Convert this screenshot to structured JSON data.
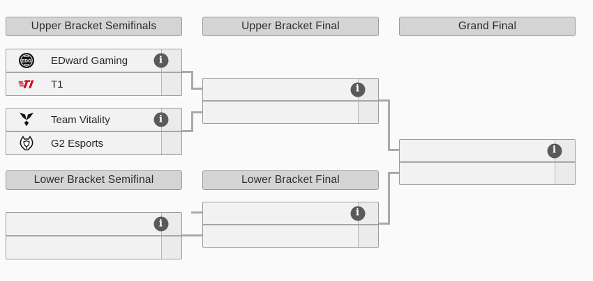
{
  "headers": {
    "upper_semifinals": "Upper Bracket Semifinals",
    "upper_final": "Upper Bracket Final",
    "grand_final": "Grand Final",
    "lower_semifinal": "Lower Bracket Semifinal",
    "lower_final": "Lower Bracket Final"
  },
  "matches": {
    "upper_semifinal_1": {
      "teams": [
        {
          "name": "EDward Gaming",
          "logo": "edg-logo",
          "score": ""
        },
        {
          "name": "T1",
          "logo": "t1-logo",
          "score": ""
        }
      ]
    },
    "upper_semifinal_2": {
      "teams": [
        {
          "name": "Team Vitality",
          "logo": "vitality-logo",
          "score": ""
        },
        {
          "name": "G2 Esports",
          "logo": "g2-logo",
          "score": ""
        }
      ]
    },
    "upper_final": {
      "teams": [
        {
          "name": "",
          "score": ""
        },
        {
          "name": "",
          "score": ""
        }
      ]
    },
    "lower_semifinal": {
      "teams": [
        {
          "name": "",
          "score": ""
        },
        {
          "name": "",
          "score": ""
        }
      ]
    },
    "lower_final": {
      "teams": [
        {
          "name": "",
          "score": ""
        },
        {
          "name": "",
          "score": ""
        }
      ]
    },
    "grand_final": {
      "teams": [
        {
          "name": "",
          "score": ""
        },
        {
          "name": "",
          "score": ""
        }
      ]
    }
  },
  "icons": {
    "info_glyph": "i"
  },
  "colors": {
    "background": "#fafafa",
    "header_bg": "#d4d4d4",
    "box_bg": "#f2f2f2",
    "score_bg": "#ebebeb",
    "border": "#9b9b9b",
    "divider": "#a6a6a6",
    "connector": "#a9a9a9",
    "info_icon_bg": "#5a5a5a",
    "text": "#262626",
    "t1_red": "#d0021b",
    "logo_black": "#141414"
  }
}
